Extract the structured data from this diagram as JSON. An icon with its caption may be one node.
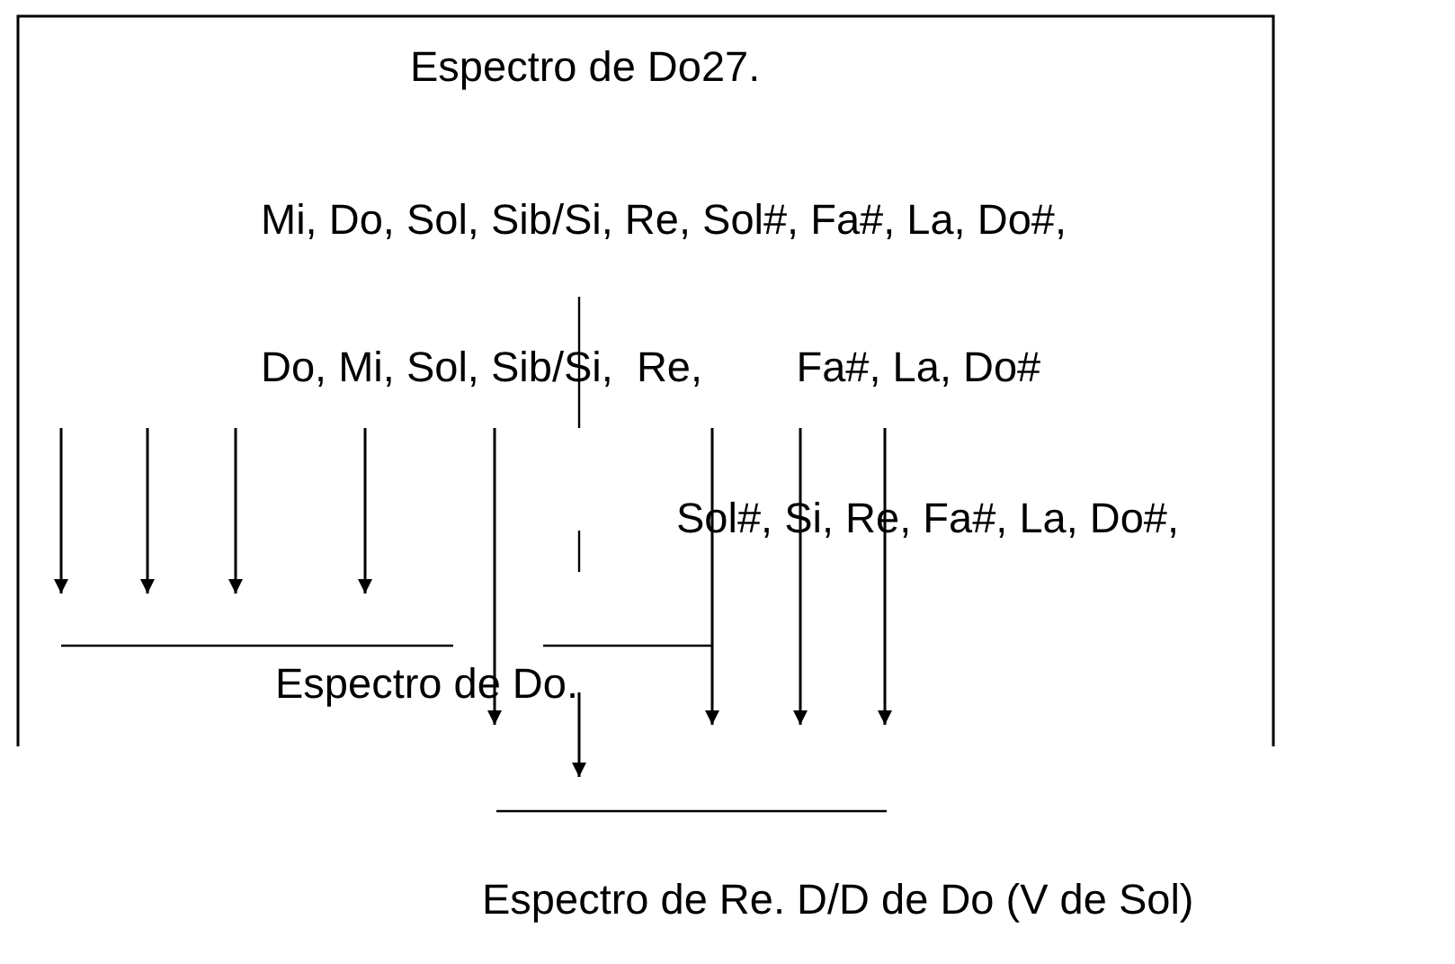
{
  "diagram": {
    "title": "Espectro de Do27.",
    "labels": [
      "Mi, Do, Sol, Sib/Si, Re, Sol#, Fa#, La, Do#,",
      "Do, Mi, Sol, Sib/Si,  Re,        Fa#, La, Do#",
      "Sol#, Si, Re, Fa#, La, Do#,",
      "Espectro de Do.",
      "Espectro de Re. D/D de Do (V de Sol)"
    ]
  }
}
